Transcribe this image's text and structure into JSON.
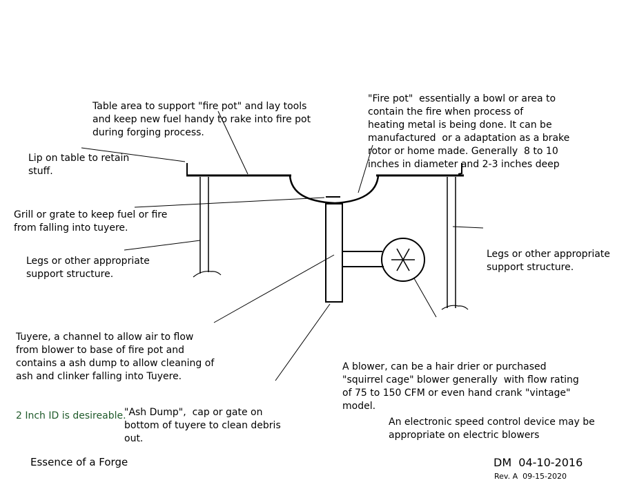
{
  "labels": {
    "table_area": [
      "Table area to support \"fire pot\" and lay tools",
      "and keep new fuel handy to rake into fire pot",
      "during forging process."
    ],
    "fire_pot": [
      "\"Fire pot\"  essentially a bowl or area to",
      "contain the fire when process of",
      "heating metal is being done. It can be",
      "manufactured  or a adaptation as a brake",
      "rotor or home made. Generally  8 to 10",
      "inches in diameter and 2-3 inches deep"
    ],
    "lip": [
      "Lip on table to retain",
      "stuff."
    ],
    "grill": [
      "Grill or grate to keep fuel or fire",
      "from falling into tuyere."
    ],
    "legs_left": [
      "Legs or other appropriate",
      "support structure."
    ],
    "legs_right": [
      "Legs or other appropriate",
      "support structure."
    ],
    "tuyere": [
      "Tuyere, a channel to allow air to flow",
      "from blower to base of fire pot and",
      "contains a ash dump to allow cleaning of",
      "ash and clinker falling into Tuyere."
    ],
    "tuyere_note": "2 Inch ID is desireable.",
    "blower": [
      "A blower, can be a hair drier or purchased",
      "\"squirrel cage\" blower generally  with flow rating",
      "of 75 to 150 CFM or even hand crank \"vintage\"",
      "model."
    ],
    "speed_control": [
      "An electronic speed control device may be",
      "appropriate on electric blowers"
    ],
    "ash_dump": [
      "\"Ash Dump\",  cap or gate on",
      "bottom of tuyere to clean debris",
      "out."
    ]
  },
  "footer": {
    "title": "Essence of a Forge",
    "signature": "DM  04-10-2016",
    "revision": "Rev. A  09-15-2020"
  }
}
